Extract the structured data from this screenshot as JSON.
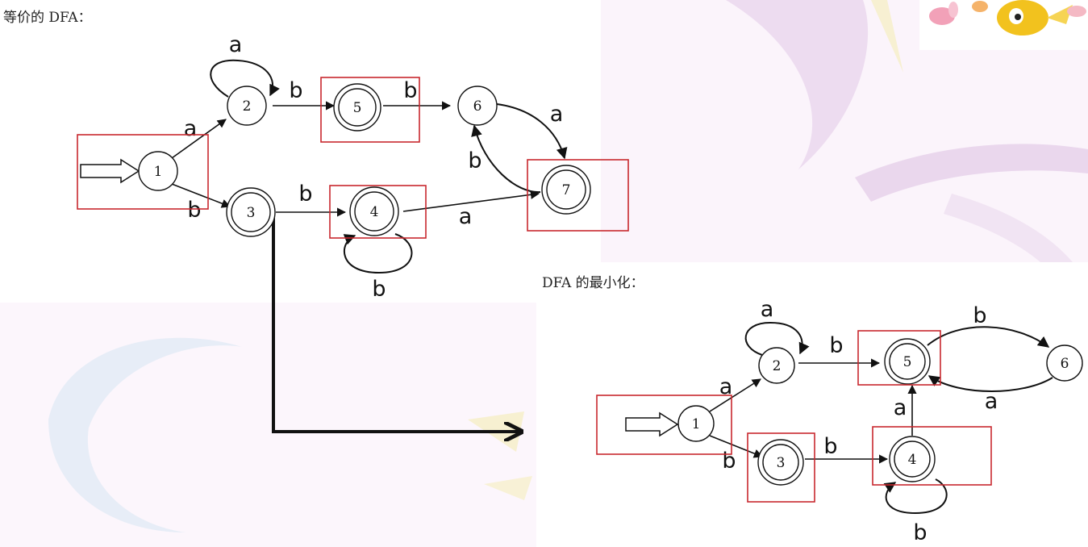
{
  "captions": {
    "equivalent_dfa": "等价的 DFA：",
    "minimized_dfa": "DFA 的最小化："
  },
  "colors": {
    "highlight_box": "#c8282e",
    "stroke": "#111111"
  },
  "dfa_equivalent": {
    "states": [
      "1",
      "2",
      "3",
      "4",
      "5",
      "6",
      "7"
    ],
    "accepting_states": [
      "3",
      "4",
      "5",
      "7"
    ],
    "start_state": "1",
    "edge_labels": {
      "1-2": "a",
      "1-3": "b",
      "2-2": "a",
      "2-5": "b",
      "5-6": "b",
      "6-7": "a",
      "7-6": "b",
      "3-4": "b",
      "4-4": "b",
      "4-7": "a"
    },
    "highlighted_groups": [
      [
        "1"
      ],
      [
        "5"
      ],
      [
        "4"
      ],
      [
        "7"
      ]
    ]
  },
  "dfa_minimized": {
    "states": [
      "1",
      "2",
      "3",
      "4",
      "5",
      "6"
    ],
    "accepting_states": [
      "3",
      "4",
      "5"
    ],
    "start_state": "1",
    "edge_labels": {
      "1-2": "a",
      "1-3": "b",
      "2-2": "a",
      "2-5": "b",
      "5-6": "b",
      "6-5": "a",
      "3-4": "b",
      "4-5": "a",
      "4-4": "b"
    },
    "highlighted_groups": [
      [
        "1"
      ],
      [
        "5"
      ],
      [
        "3"
      ],
      [
        "4"
      ]
    ]
  }
}
